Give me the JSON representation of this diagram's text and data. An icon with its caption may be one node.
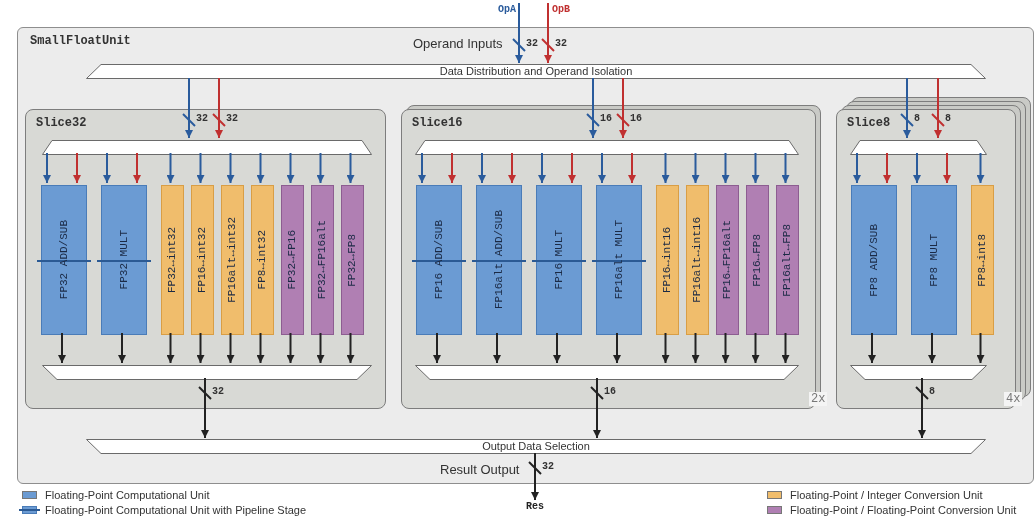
{
  "diagram": {
    "nodes": [
      {
        "text": [
          "SmallFloatUnit"
        ]
      },
      {
        "text": [
          "OpA"
        ]
      },
      {
        "text": [
          "OpB"
        ]
      },
      {
        "text": [
          "Data Distribution and Operand Isolation"
        ],
        "in": 0
      },
      {
        "text": [
          "Slice32"
        ],
        "in": 0
      },
      {
        "text": [],
        "shape": "trapezoid",
        "in": 4
      },
      {
        "text": [
          "FP32 ADD/SUB"
        ],
        "in": 4
      },
      {
        "text": [
          "FP32 MULT"
        ],
        "in": 4
      },
      {
        "text": [
          "FP32↔int32"
        ],
        "in": 4
      },
      {
        "text": [
          "FP16↔int32"
        ],
        "in": 4
      },
      {
        "text": [
          "FP16alt↔int32"
        ],
        "in": 4
      },
      {
        "text": [
          "FP8↔int32"
        ],
        "in": 4
      },
      {
        "text": [
          "FP32↔FP16"
        ],
        "in": 4
      },
      {
        "text": [
          "FP32↔FP16alt"
        ],
        "in": 4
      },
      {
        "text": [
          "FP32↔FP8"
        ],
        "in": 4
      },
      {
        "text": [],
        "shape": "trapezoid",
        "in": 4
      },
      {
        "text": [
          "Slice16"
        ],
        "beside": [
          "2x"
        ],
        "in": 0
      },
      {
        "text": [],
        "shape": "trapezoid",
        "in": 16
      },
      {
        "text": [
          "FP16 ADD/SUB"
        ],
        "in": 16
      },
      {
        "text": [
          "FP16alt ADD/SUB"
        ],
        "in": 16
      },
      {
        "text": [
          "FP16 MULT"
        ],
        "in": 16
      },
      {
        "text": [
          "FP16alt MULT"
        ],
        "in": 16
      },
      {
        "text": [
          "FP16↔int16"
        ],
        "in": 16
      },
      {
        "text": [
          "FP16alt↔int16"
        ],
        "in": 16
      },
      {
        "text": [
          "FP16↔FP16alt"
        ],
        "in": 16
      },
      {
        "text": [
          "FP16↔FP8"
        ],
        "in": 16
      },
      {
        "text": [
          "FP16alt↔FP8"
        ],
        "in": 16
      },
      {
        "text": [],
        "shape": "trapezoid",
        "in": 16
      },
      {
        "text": [
          "Slice8"
        ],
        "beside": [
          "4x"
        ],
        "in": 0
      },
      {
        "text": [],
        "shape": "trapezoid",
        "in": 28
      },
      {
        "text": [
          "FP8 ADD/SUB"
        ],
        "in": 28
      },
      {
        "text": [
          "FP8 MULT"
        ],
        "in": 28
      },
      {
        "text": [
          "FP8↔int8"
        ],
        "in": 28
      },
      {
        "text": [],
        "shape": "trapezoid",
        "in": 28
      },
      {
        "text": [
          "Output Data Selection"
        ],
        "in": 0
      },
      {
        "text": [
          "Res"
        ]
      }
    ],
    "edges": [
      {
        "from": 1,
        "to": 3,
        "arrow": "to",
        "label": "32",
        "color": "#2a5b9c"
      },
      {
        "from": 2,
        "to": 3,
        "arrow": "to",
        "label": "32",
        "color": "#c03030"
      },
      {
        "from": 3,
        "to": 5,
        "arrow": "to",
        "label": "32",
        "color": "#2a5b9c"
      },
      {
        "from": 3,
        "to": 5,
        "arrow": "to",
        "label": "32",
        "color": "#c03030"
      },
      {
        "from": 3,
        "to": 17,
        "arrow": "to",
        "label": "16",
        "color": "#2a5b9c"
      },
      {
        "from": 3,
        "to": 17,
        "arrow": "to",
        "label": "16",
        "color": "#c03030"
      },
      {
        "from": 3,
        "to": 29,
        "arrow": "to",
        "label": "8",
        "color": "#2a5b9c"
      },
      {
        "from": 3,
        "to": 29,
        "arrow": "to",
        "label": "8",
        "color": "#c03030"
      },
      {
        "from": 5,
        "to": 6,
        "arrow": "to",
        "color": "#2a5b9c"
      },
      {
        "from": 5,
        "to": 6,
        "arrow": "to",
        "color": "#c03030"
      },
      {
        "from": 5,
        "to": 7,
        "arrow": "to",
        "color": "#2a5b9c"
      },
      {
        "from": 5,
        "to": 7,
        "arrow": "to",
        "color": "#c03030"
      },
      {
        "from": 5,
        "to": 8,
        "arrow": "to",
        "color": "#2a5b9c"
      },
      {
        "from": 5,
        "to": 9,
        "arrow": "to",
        "color": "#2a5b9c"
      },
      {
        "from": 5,
        "to": 10,
        "arrow": "to",
        "color": "#2a5b9c"
      },
      {
        "from": 5,
        "to": 11,
        "arrow": "to",
        "color": "#2a5b9c"
      },
      {
        "from": 5,
        "to": 12,
        "arrow": "to",
        "color": "#2a5b9c"
      },
      {
        "from": 5,
        "to": 13,
        "arrow": "to",
        "color": "#2a5b9c"
      },
      {
        "from": 5,
        "to": 14,
        "arrow": "to",
        "color": "#2a5b9c"
      },
      {
        "from": 6,
        "to": 15,
        "arrow": "to",
        "color": "#222222"
      },
      {
        "from": 7,
        "to": 15,
        "arrow": "to",
        "color": "#222222"
      },
      {
        "from": 8,
        "to": 15,
        "arrow": "to",
        "color": "#222222"
      },
      {
        "from": 9,
        "to": 15,
        "arrow": "to",
        "color": "#222222"
      },
      {
        "from": 10,
        "to": 15,
        "arrow": "to",
        "color": "#222222"
      },
      {
        "from": 11,
        "to": 15,
        "arrow": "to",
        "color": "#222222"
      },
      {
        "from": 12,
        "to": 15,
        "arrow": "to",
        "color": "#222222"
      },
      {
        "from": 13,
        "to": 15,
        "arrow": "to",
        "color": "#222222"
      },
      {
        "from": 14,
        "to": 15,
        "arrow": "to",
        "color": "#222222"
      },
      {
        "from": 17,
        "to": 18,
        "arrow": "to",
        "color": "#2a5b9c"
      },
      {
        "from": 17,
        "to": 18,
        "arrow": "to",
        "color": "#c03030"
      },
      {
        "from": 17,
        "to": 19,
        "arrow": "to",
        "color": "#2a5b9c"
      },
      {
        "from": 17,
        "to": 19,
        "arrow": "to",
        "color": "#c03030"
      },
      {
        "from": 17,
        "to": 20,
        "arrow": "to",
        "color": "#2a5b9c"
      },
      {
        "from": 17,
        "to": 20,
        "arrow": "to",
        "color": "#c03030"
      },
      {
        "from": 17,
        "to": 21,
        "arrow": "to",
        "color": "#2a5b9c"
      },
      {
        "from": 17,
        "to": 21,
        "arrow": "to",
        "color": "#c03030"
      },
      {
        "from": 17,
        "to": 22,
        "arrow": "to",
        "color": "#2a5b9c"
      },
      {
        "from": 17,
        "to": 23,
        "arrow": "to",
        "color": "#2a5b9c"
      },
      {
        "from": 17,
        "to": 24,
        "arrow": "to",
        "color": "#2a5b9c"
      },
      {
        "from": 17,
        "to": 25,
        "arrow": "to",
        "color": "#2a5b9c"
      },
      {
        "from": 17,
        "to": 26,
        "arrow": "to",
        "color": "#2a5b9c"
      },
      {
        "from": 18,
        "to": 27,
        "arrow": "to",
        "color": "#222222"
      },
      {
        "from": 19,
        "to": 27,
        "arrow": "to",
        "color": "#222222"
      },
      {
        "from": 20,
        "to": 27,
        "arrow": "to",
        "color": "#222222"
      },
      {
        "from": 21,
        "to": 27,
        "arrow": "to",
        "color": "#222222"
      },
      {
        "from": 22,
        "to": 27,
        "arrow": "to",
        "color": "#222222"
      },
      {
        "from": 23,
        "to": 27,
        "arrow": "to",
        "color": "#222222"
      },
      {
        "from": 24,
        "to": 27,
        "arrow": "to",
        "color": "#222222"
      },
      {
        "from": 25,
        "to": 27,
        "arrow": "to",
        "color": "#222222"
      },
      {
        "from": 26,
        "to": 27,
        "arrow": "to",
        "color": "#222222"
      },
      {
        "from": 29,
        "to": 30,
        "arrow": "to",
        "color": "#2a5b9c"
      },
      {
        "from": 29,
        "to": 30,
        "arrow": "to",
        "color": "#c03030"
      },
      {
        "from": 29,
        "to": 31,
        "arrow": "to",
        "color": "#2a5b9c"
      },
      {
        "from": 29,
        "to": 31,
        "arrow": "to",
        "color": "#c03030"
      },
      {
        "from": 29,
        "to": 32,
        "arrow": "to",
        "color": "#2a5b9c"
      },
      {
        "from": 30,
        "to": 33,
        "arrow": "to",
        "color": "#222222"
      },
      {
        "from": 31,
        "to": 33,
        "arrow": "to",
        "color": "#222222"
      },
      {
        "from": 32,
        "to": 33,
        "arrow": "to",
        "color": "#222222"
      },
      {
        "from": 15,
        "to": 34,
        "arrow": "to",
        "label": "32",
        "color": "#222222"
      },
      {
        "from": 27,
        "to": 34,
        "arrow": "to",
        "label": "16",
        "color": "#222222"
      },
      {
        "from": 33,
        "to": 34,
        "arrow": "to",
        "label": "8",
        "color": "#222222"
      },
      {
        "from": 34,
        "to": 35,
        "arrow": "to",
        "label": "32",
        "color": "#222222"
      }
    ],
    "labels": [
      "Operand Inputs",
      "Result Output"
    ],
    "legend": [
      {
        "text": "Floating-Point Computational Unit",
        "color": "#6b9bd3"
      },
      {
        "text": "Floating-Point Computational Unit with Pipeline Stage"
      },
      {
        "text": "Floating-Point / Integer Conversion Unit",
        "color": "#f0bd6c"
      },
      {
        "text": "Floating-Point / Floating-Point Conversion Unit",
        "color": "#b07fb3"
      }
    ]
  }
}
